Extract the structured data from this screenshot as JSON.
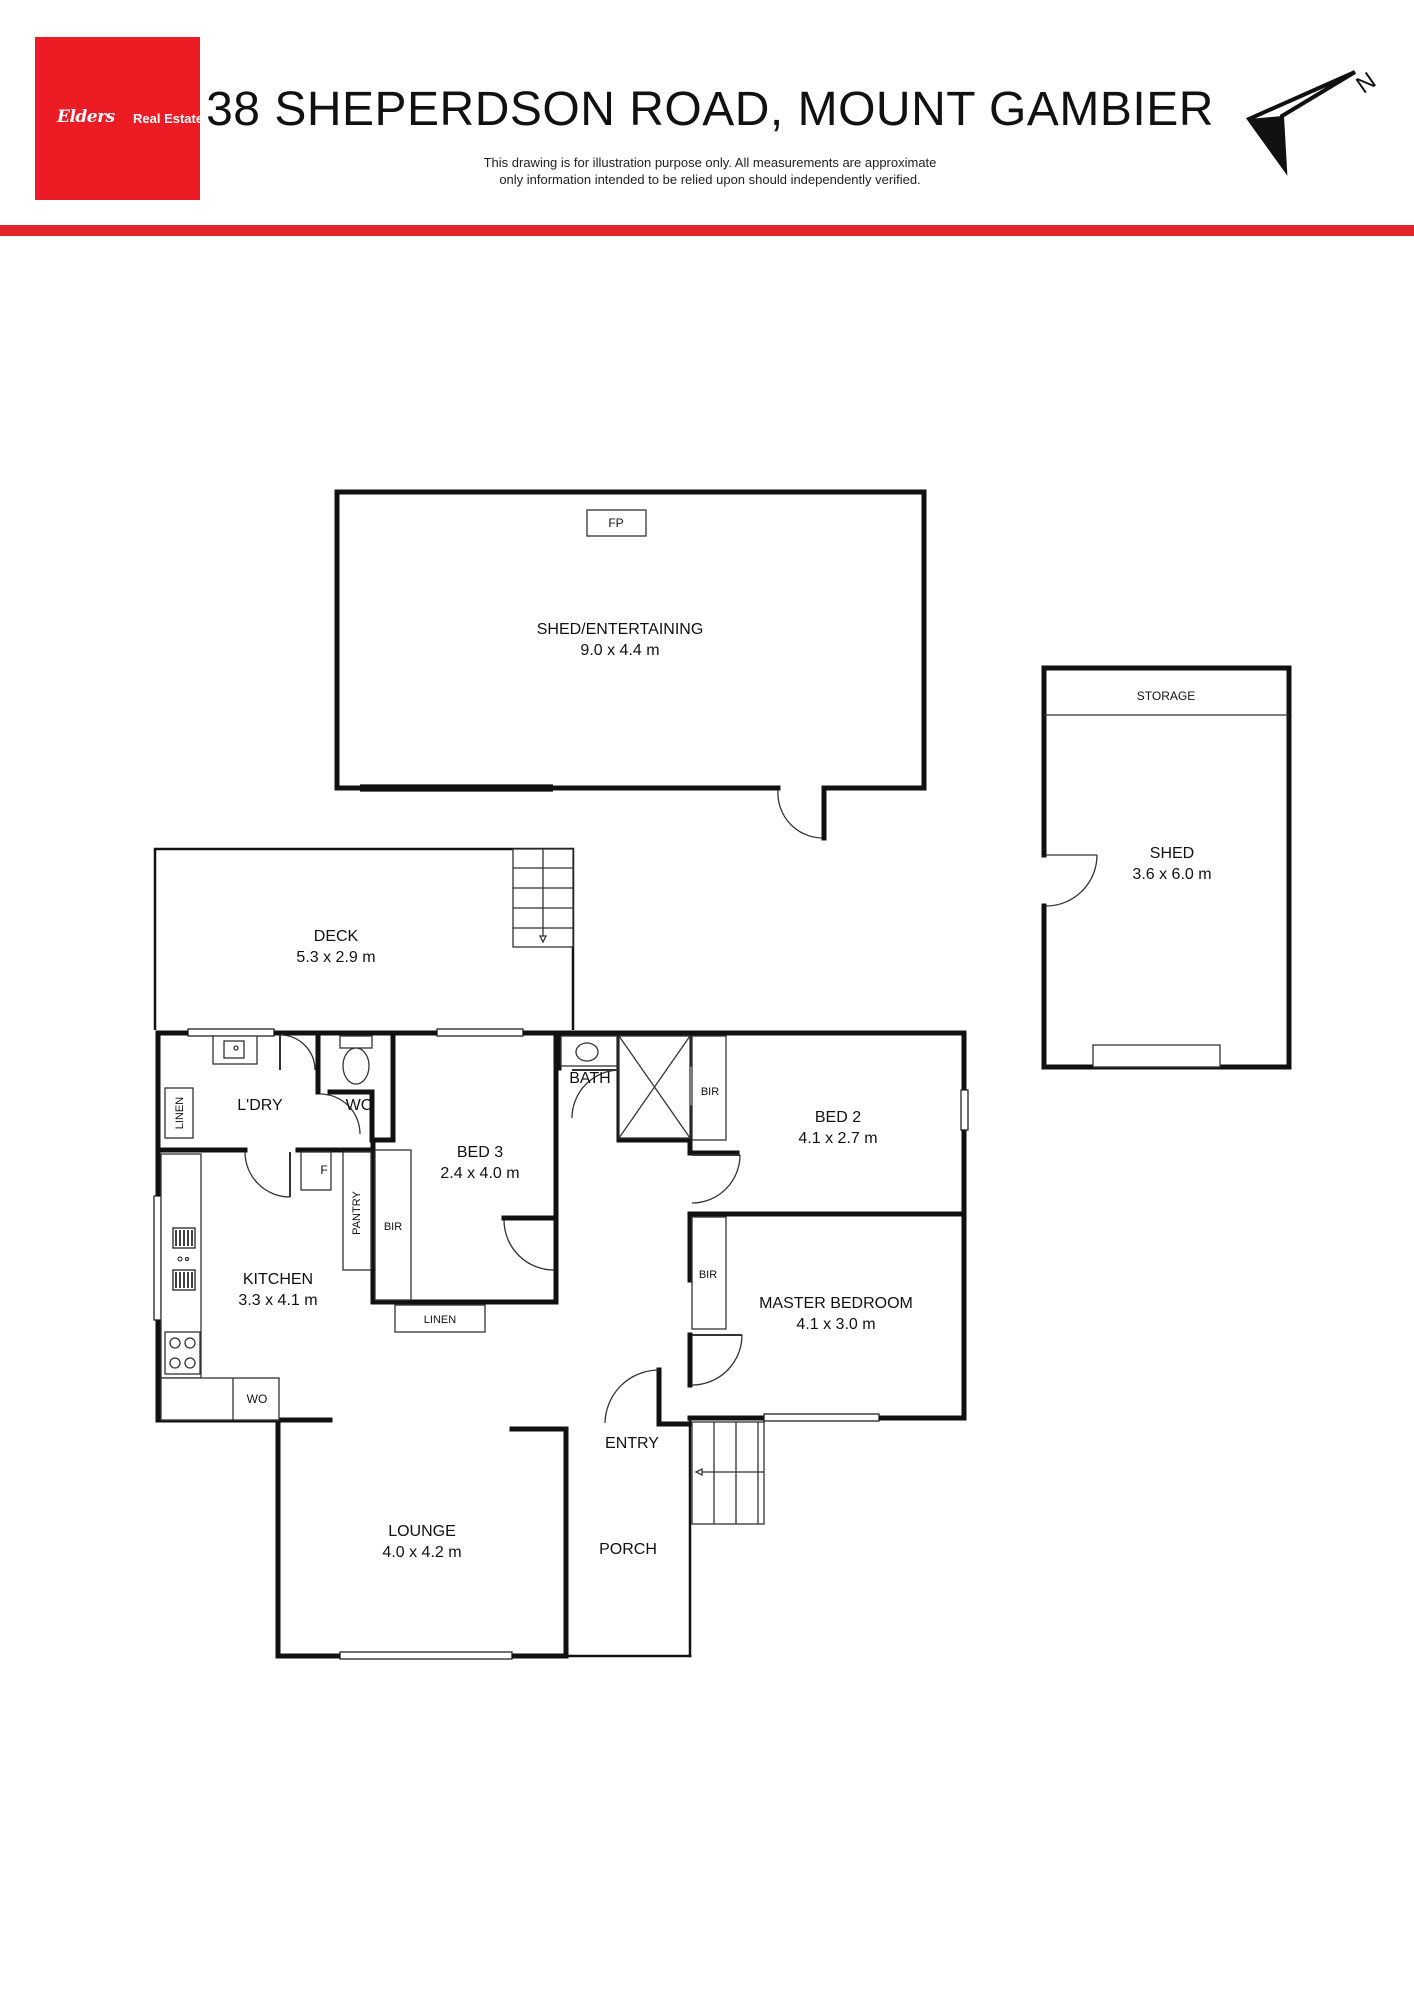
{
  "header": {
    "title": "38 SHEPERDSON ROAD, MOUNT GAMBIER",
    "disclaimer_line1": "This drawing is for illustration purpose only. All measurements are approximate",
    "disclaimer_line2": "only information intended to be relied upon should independently verified.",
    "logo_script": "Elders",
    "logo_word": "Real Estate",
    "north_letter": "N",
    "brand_color": "#ed1c24"
  },
  "rooms": {
    "shed_entertaining": {
      "name": "SHED/ENTERTAINING",
      "size": "9.0 x 4.4 m"
    },
    "fp": "FP",
    "storage": "STORAGE",
    "shed": {
      "name": "SHED",
      "size": "3.6 x 6.0 m"
    },
    "deck": {
      "name": "DECK",
      "size": "5.3 x 2.9 m"
    },
    "laundry": "L'DRY",
    "wc": "WC",
    "linen_laundry": "LINEN",
    "bath": "BATH",
    "bed3": {
      "name": "BED 3",
      "size": "2.4 x 4.0 m"
    },
    "bed2": {
      "name": "BED 2",
      "size": "4.1 x 2.7 m"
    },
    "bir_bed2": "BIR",
    "bir_master": "BIR",
    "bir_bed3": "BIR",
    "fridge": "F",
    "pantry": "PANTRY",
    "kitchen": {
      "name": "KITCHEN",
      "size": "3.3 x 4.1 m"
    },
    "linen_hall": "LINEN",
    "master": {
      "name": "MASTER BEDROOM",
      "size": "4.1 x 3.0 m"
    },
    "wo": "WO",
    "entry": "ENTRY",
    "lounge": {
      "name": "LOUNGE",
      "size": "4.0 x 4.2 m"
    },
    "porch": "PORCH"
  }
}
